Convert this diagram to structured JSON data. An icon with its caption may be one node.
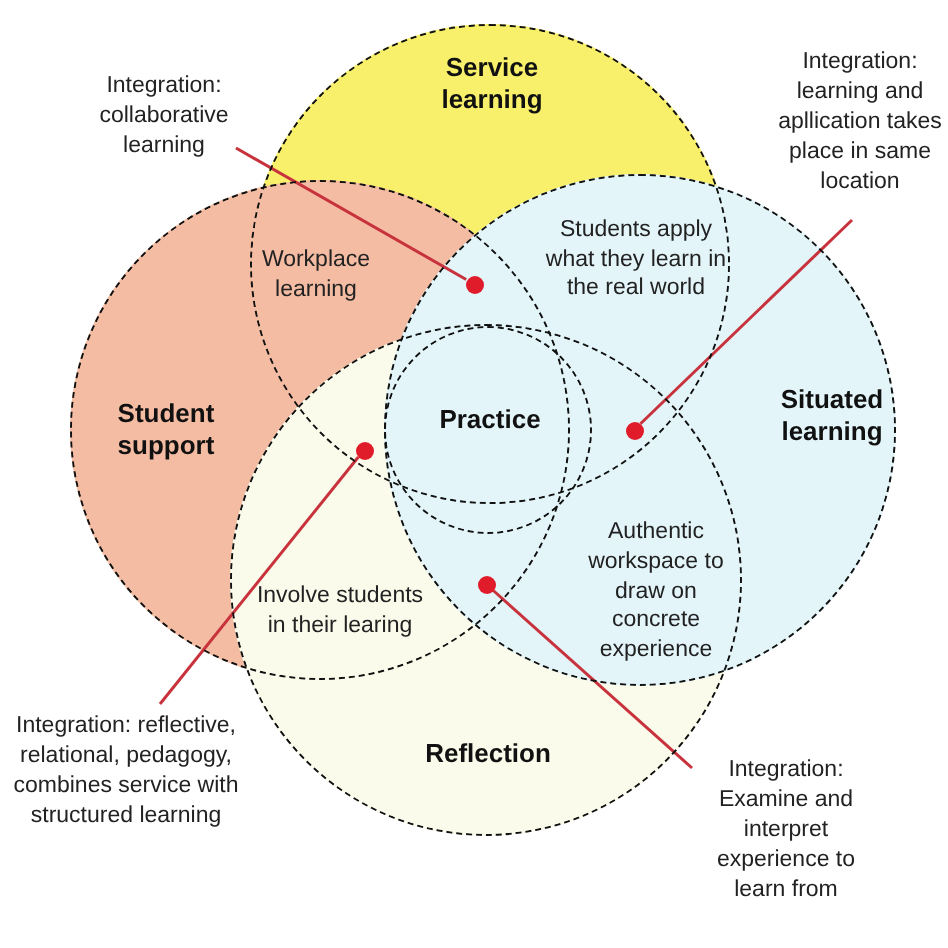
{
  "diagram": {
    "nodes": [
      {
        "text": [
          "Service learning"
        ]
      },
      {
        "text": [
          "Integration: collaborative learning"
        ]
      },
      {
        "text": [
          "Integration: learning and apllication takes place in same location"
        ]
      },
      {
        "text": [
          "Student support"
        ]
      },
      {
        "text": [
          "Situated learning"
        ]
      },
      {
        "text": [
          "Practice"
        ]
      },
      {
        "text": [
          "Reflection"
        ]
      },
      {
        "text": [
          "Integration: reflective, relational, pedagogy, combines service with structured learning"
        ]
      },
      {
        "text": [
          "Integration: Examine and interpret experience to learn from"
        ]
      },
      {
        "text": [],
        "shape": "circle"
      },
      {
        "text": [],
        "shape": "circle"
      },
      {
        "text": [],
        "shape": "circle"
      },
      {
        "text": [],
        "shape": "circle"
      }
    ],
    "edges": [
      {
        "from": 1,
        "to": 9,
        "arrow": "none"
      },
      {
        "from": 2,
        "to": 10,
        "arrow": "none"
      },
      {
        "from": 7,
        "to": 11,
        "arrow": "none"
      },
      {
        "from": 8,
        "to": 12,
        "arrow": "none"
      }
    ],
    "labels": [
      "Workplace learning",
      "Students apply what they learn in the real world",
      "Involve students in their learing",
      "Authentic workspace to draw on concrete experience"
    ]
  }
}
